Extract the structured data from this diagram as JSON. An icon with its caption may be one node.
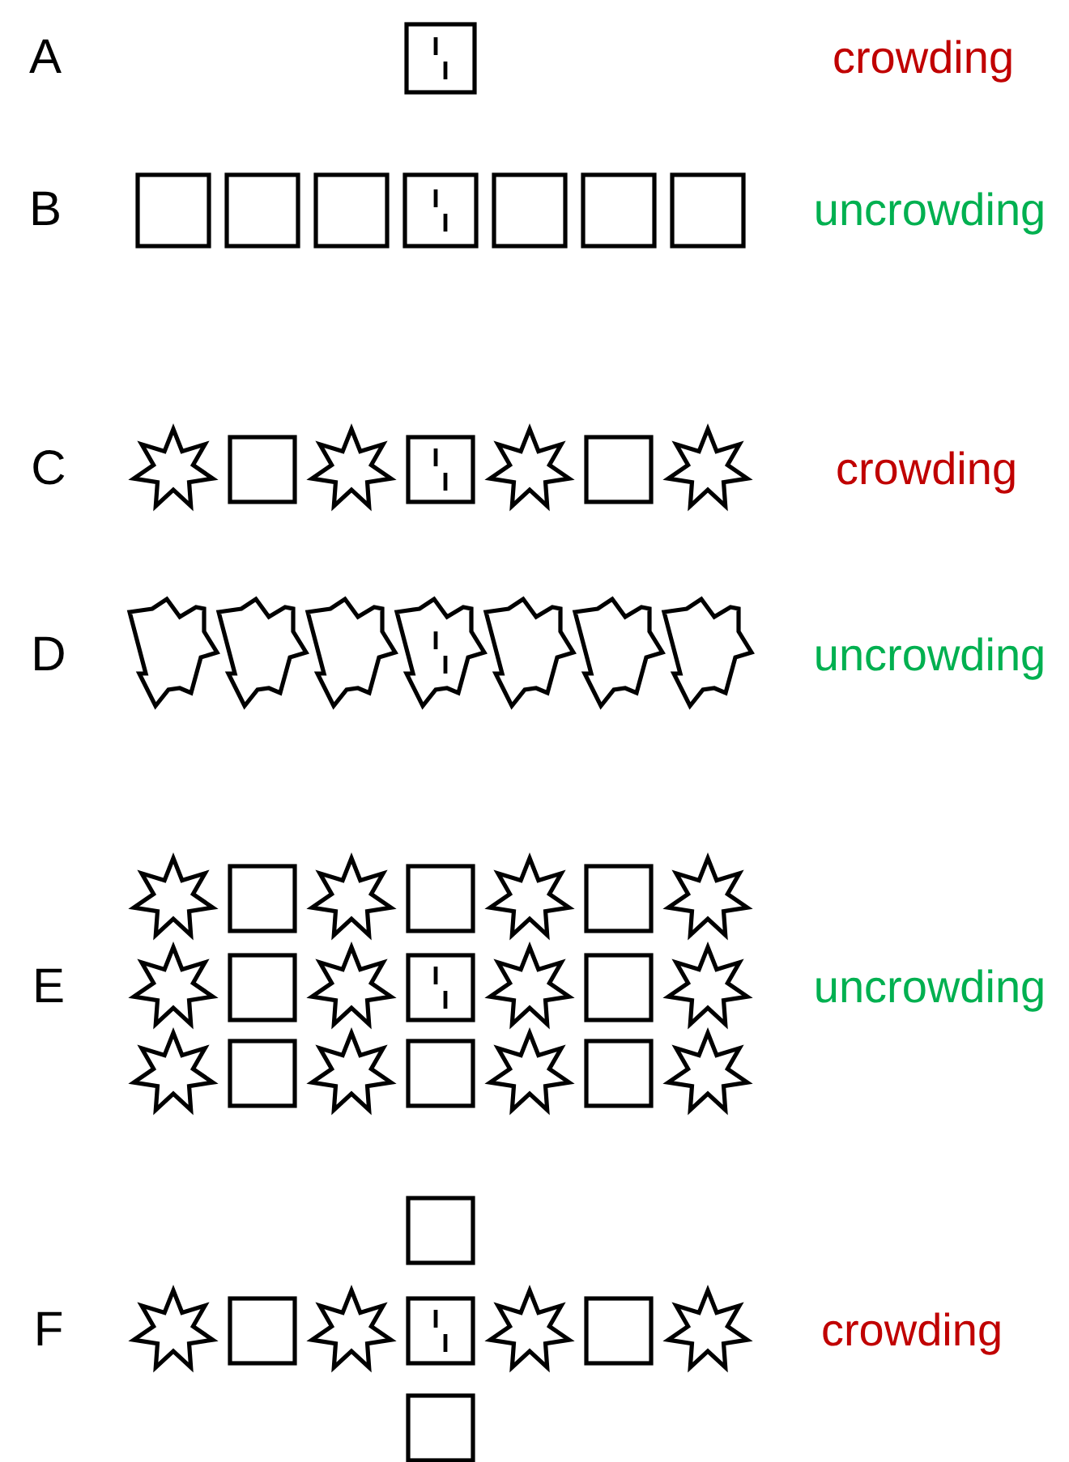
{
  "diagram": {
    "labels": [
      "A",
      "crowding",
      "B",
      "uncrowding",
      "C",
      "crowding",
      "D",
      "uncrowding",
      "E",
      "uncrowding",
      "F",
      "crowding"
    ]
  }
}
